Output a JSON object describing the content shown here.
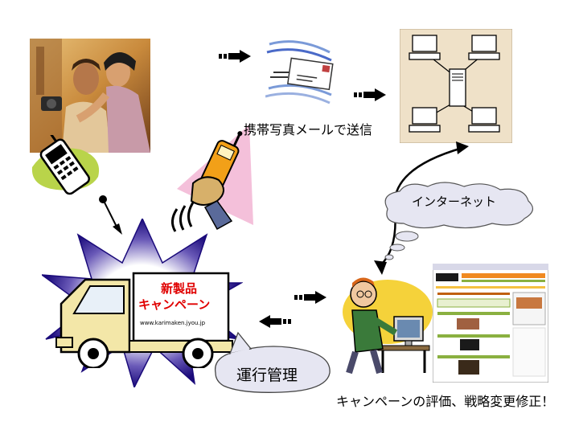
{
  "steps": {
    "send_label": "携帯写真メールで送信",
    "internet_label": "インターネット",
    "operation_label": "運行管理",
    "evaluate_label": "キャンペーンの評価、戦略変更修正！"
  },
  "truck": {
    "sign_line1": "新製品",
    "sign_line2": "キャンペーン",
    "sign_url": "www.karimaken.jyou.jp"
  },
  "colors": {
    "star_burst": "#1a0a7a",
    "sign_text": "#e00000",
    "network_panel": "#efe1c8",
    "cloud_fill": "#e6e6f2"
  }
}
